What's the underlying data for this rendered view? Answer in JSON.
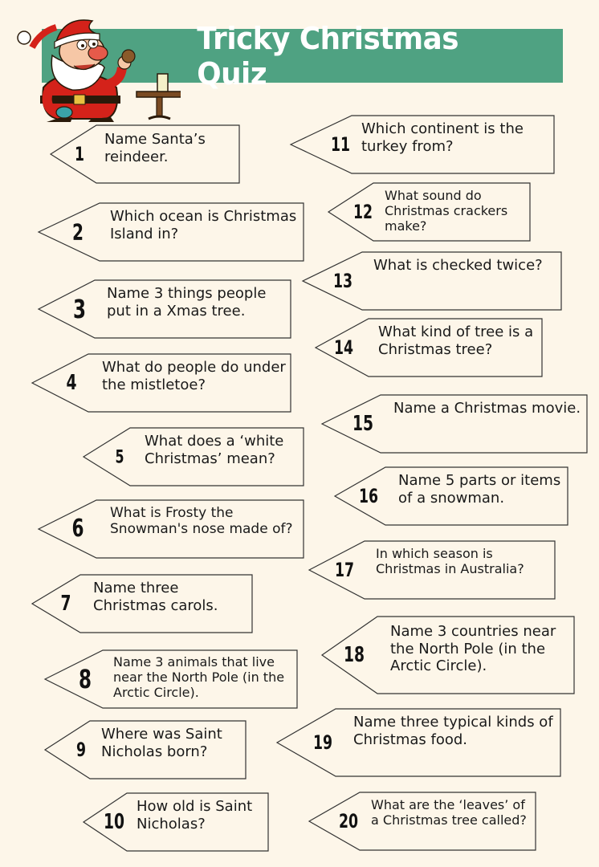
{
  "title": "Tricky Christmas Quiz",
  "colors": {
    "banner": "#4fa282",
    "background": "#fdf6e9",
    "santa_suit": "#d4221a"
  },
  "questions": [
    {
      "n": "1",
      "text": "Name Santa’s reindeer."
    },
    {
      "n": "2",
      "text": "Which ocean is Christmas Island in?"
    },
    {
      "n": "3",
      "text": "Name 3 things people put in a Xmas tree."
    },
    {
      "n": "4",
      "text": "What do people do under the mistletoe?"
    },
    {
      "n": "5",
      "text": "What does a ‘white Christmas’ mean?"
    },
    {
      "n": "6",
      "text": "What is Frosty the Snowman's nose made of?"
    },
    {
      "n": "7",
      "text": "Name three Christmas carols."
    },
    {
      "n": "8",
      "text": "Name 3 animals that live near the North Pole (in the Arctic Circle)."
    },
    {
      "n": "9",
      "text": "Where was Saint Nicholas born?"
    },
    {
      "n": "10",
      "text": "How old is Saint Nicholas?"
    },
    {
      "n": "11",
      "text": "Which continent is the turkey from?"
    },
    {
      "n": "12",
      "text": "What sound do Christmas crackers make?"
    },
    {
      "n": "13",
      "text": "What is checked twice?"
    },
    {
      "n": "14",
      "text": "What kind of tree is a Christmas tree?"
    },
    {
      "n": "15",
      "text": "Name a Christmas movie."
    },
    {
      "n": "16",
      "text": "Name 5 parts or items of a snowman."
    },
    {
      "n": "17",
      "text": "In which season is Christmas in Australia?"
    },
    {
      "n": "18",
      "text": "Name 3 countries near the North Pole (in the Arctic Circle)."
    },
    {
      "n": "19",
      "text": "Name three typical kinds of Christmas food."
    },
    {
      "n": "20",
      "text": "What are the ‘leaves’ of a Christmas tree called?"
    }
  ]
}
